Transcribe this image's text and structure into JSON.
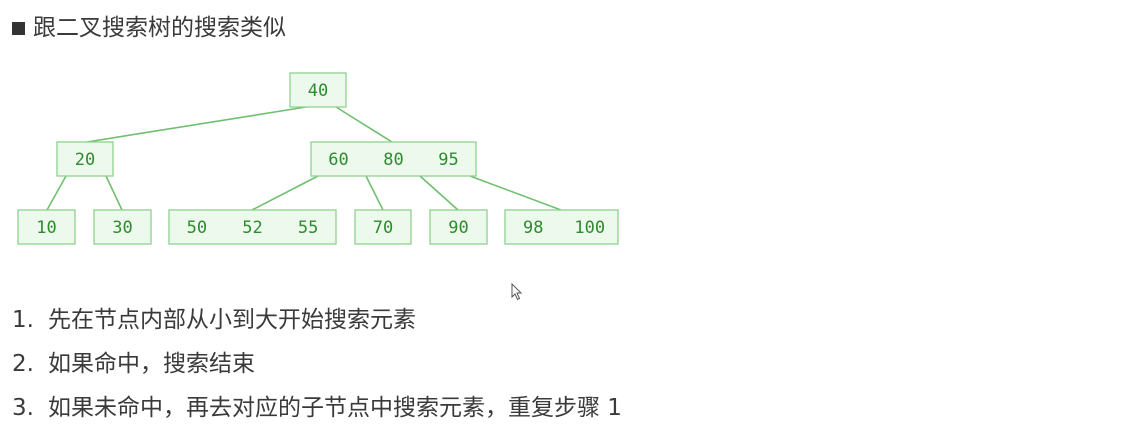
{
  "heading": "跟二叉搜索树的搜索类似",
  "colors": {
    "node_fill": "#eef9ee",
    "node_stroke": "#8fd18f",
    "key_text": "#2e8b2e",
    "edge": "#6fbf6f"
  },
  "tree": {
    "nodes": [
      {
        "id": "n40",
        "keys": [
          "40"
        ]
      },
      {
        "id": "n20",
        "keys": [
          "20"
        ]
      },
      {
        "id": "n60_80_95",
        "keys": [
          "60",
          "80",
          "95"
        ]
      },
      {
        "id": "n10",
        "keys": [
          "10"
        ]
      },
      {
        "id": "n30",
        "keys": [
          "30"
        ]
      },
      {
        "id": "n50_52_55",
        "keys": [
          "50",
          "52",
          "55"
        ]
      },
      {
        "id": "n70",
        "keys": [
          "70"
        ]
      },
      {
        "id": "n90",
        "keys": [
          "90"
        ]
      },
      {
        "id": "n98_100",
        "keys": [
          "98",
          "100"
        ]
      }
    ],
    "edges": [
      {
        "from": "n40",
        "to": "n20"
      },
      {
        "from": "n40",
        "to": "n60_80_95"
      },
      {
        "from": "n20",
        "to": "n10"
      },
      {
        "from": "n20",
        "to": "n30"
      },
      {
        "from": "n60_80_95",
        "to": "n50_52_55"
      },
      {
        "from": "n60_80_95",
        "to": "n70"
      },
      {
        "from": "n60_80_95",
        "to": "n90"
      },
      {
        "from": "n60_80_95",
        "to": "n98_100"
      }
    ]
  },
  "steps": [
    {
      "num": "1.",
      "text": "先在节点内部从小到大开始搜索元素"
    },
    {
      "num": "2.",
      "text": "如果命中，搜索结束"
    },
    {
      "num": "3.",
      "text": "如果未命中，再去对应的子节点中搜索元素，重复步骤 1"
    }
  ]
}
